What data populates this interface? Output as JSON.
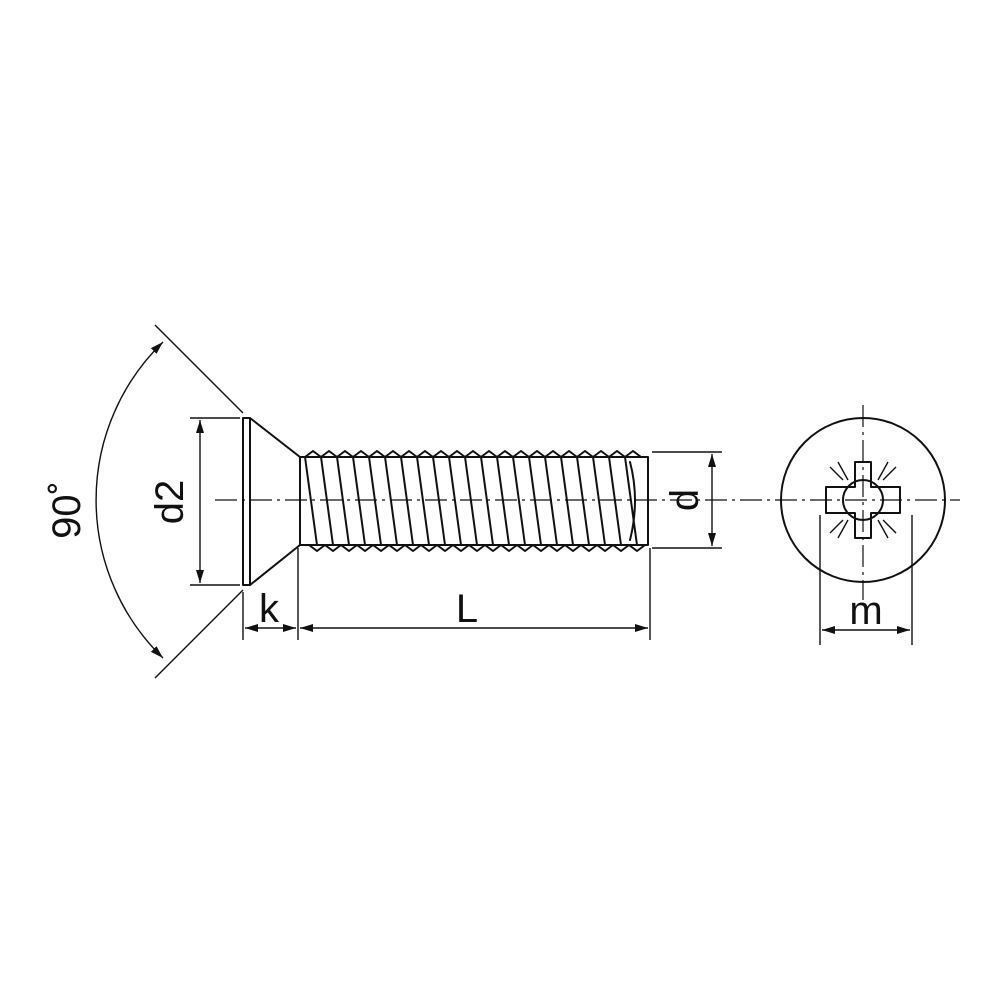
{
  "labels": {
    "angle": "90˚",
    "head_diameter": "d2",
    "thread_diameter": "d",
    "head_height": "k",
    "length": "L",
    "recess_width": "m"
  },
  "colors": {
    "line": "#111111",
    "background": "#ffffff"
  },
  "icons": [
    "countersunk-screw-side-view",
    "pozidriv-recess-top-view"
  ]
}
